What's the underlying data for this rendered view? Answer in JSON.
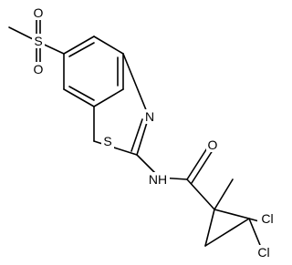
{
  "molecule": {
    "atoms": {
      "o1": "O",
      "o2": "O",
      "s_sulfonyl": "S",
      "s_ring": "S",
      "n_ring": "N",
      "nh": "NH",
      "o_amide": "O",
      "cl1": "Cl",
      "cl2": "Cl"
    }
  }
}
